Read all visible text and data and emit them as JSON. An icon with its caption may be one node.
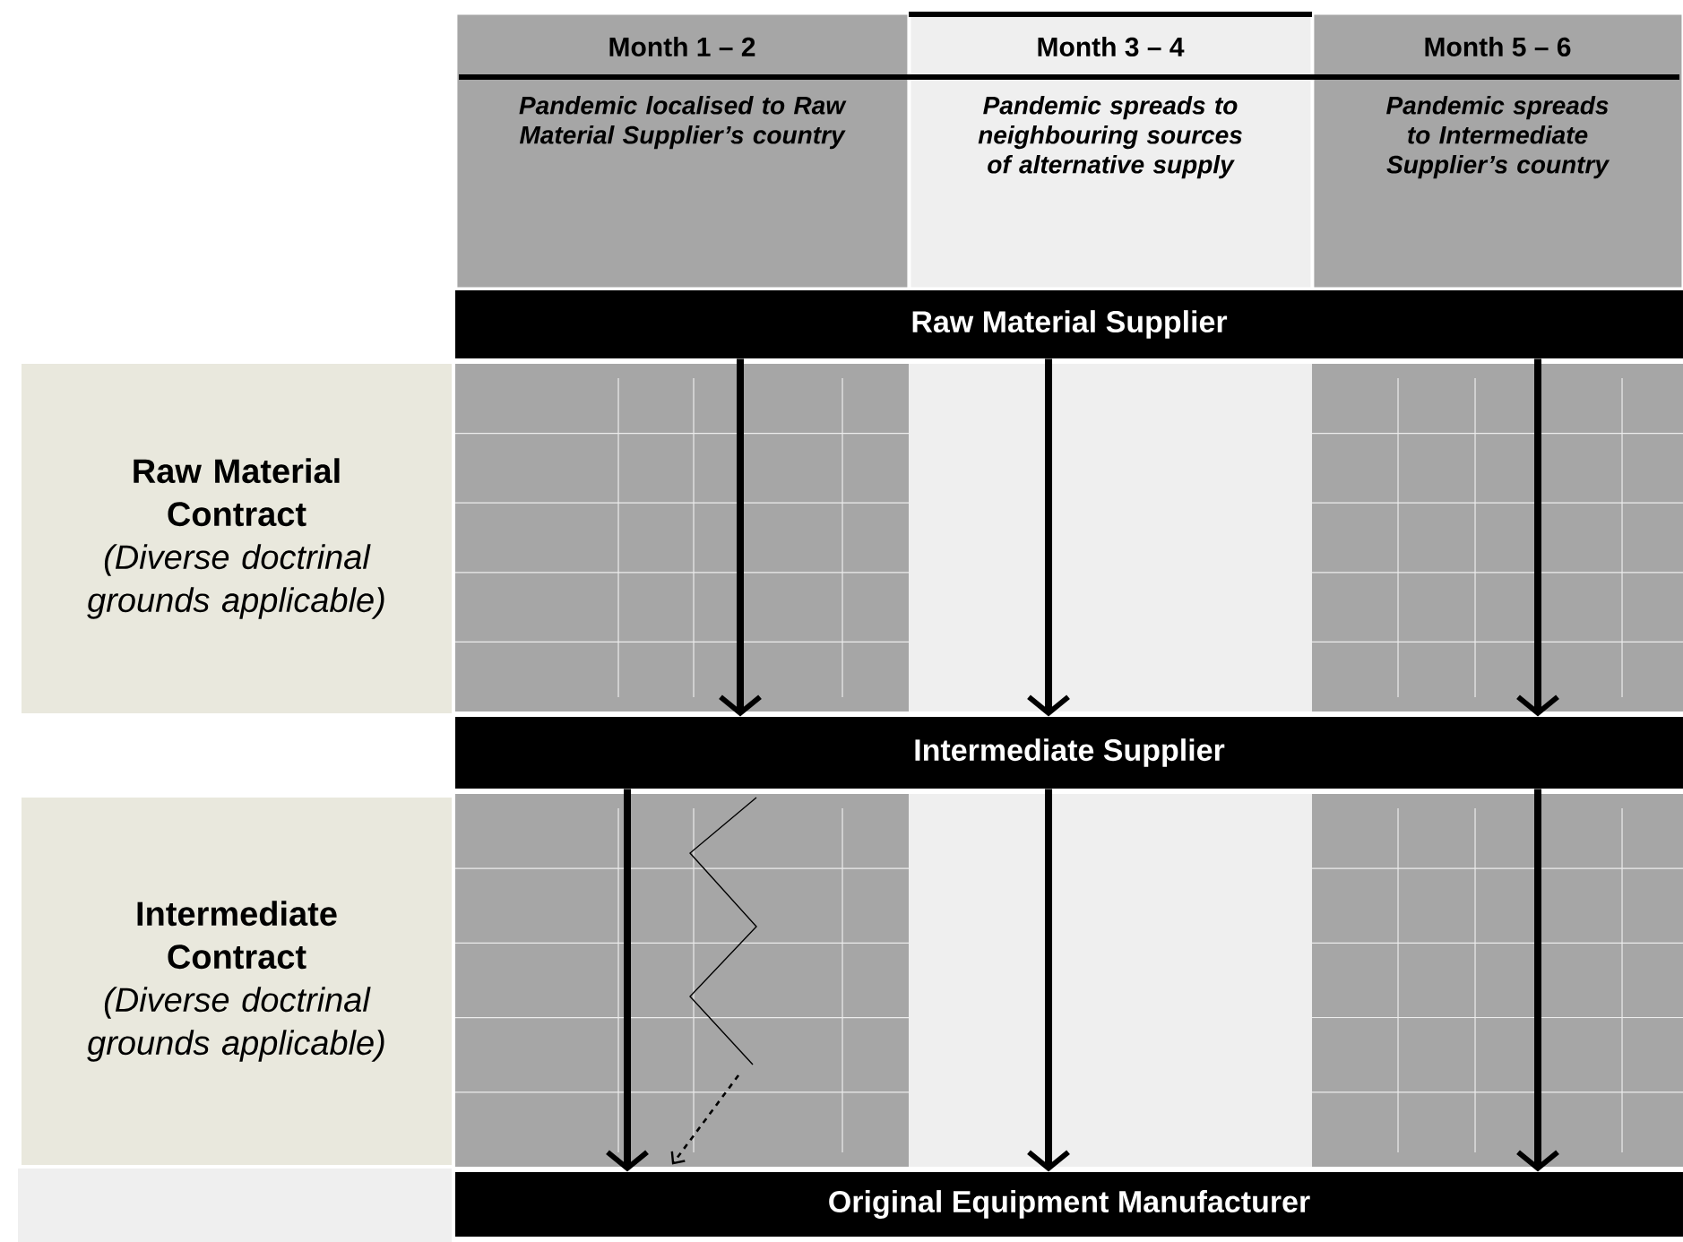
{
  "diagram": {
    "nodes": [
      {
        "text": [
          "Month 1 – 2",
          "Pandemic localised to Raw Material Supplier’s country"
        ]
      },
      {
        "text": [
          "Month 3 – 4",
          "Pandemic spreads to neighbouring sources of alternative supply"
        ]
      },
      {
        "text": [
          "Month 5 – 6",
          "Pandemic spreads to Intermediate Supplier’s country"
        ]
      },
      {
        "text": [
          "Raw Material Supplier"
        ]
      },
      {
        "text": [
          "Intermediate Supplier"
        ]
      },
      {
        "text": [
          "Original Equipment Manufacturer"
        ]
      },
      {
        "text": [
          "Raw Material Contract",
          "(Diverse doctrinal grounds applicable)"
        ]
      },
      {
        "text": [
          "Intermediate Contract",
          "(Diverse doctrinal grounds applicable)"
        ]
      }
    ],
    "edges": [
      {
        "from": 3,
        "to": 4,
        "arrow": "to"
      },
      {
        "from": 3,
        "to": 4,
        "arrow": "to"
      },
      {
        "from": 3,
        "to": 4,
        "arrow": "to"
      },
      {
        "from": 4,
        "to": 5,
        "arrow": "to"
      },
      {
        "from": 4,
        "to": 5,
        "arrow": "to"
      },
      {
        "from": 4,
        "to": 5,
        "arrow": "to"
      },
      {
        "from": null,
        "to": 5,
        "arrow": "to",
        "style": "dashed"
      }
    ]
  }
}
